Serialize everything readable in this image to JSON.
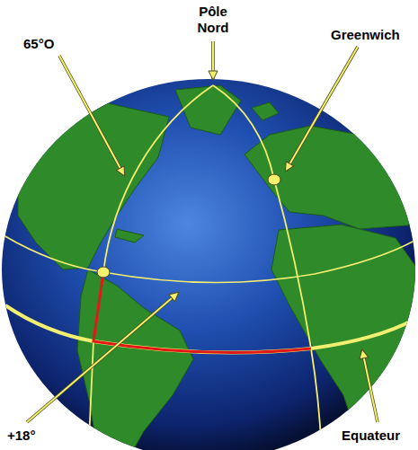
{
  "diagram": {
    "labels": [
      "Pôle Nord",
      "65°O",
      "Greenwich",
      "+18°",
      "Equateur"
    ]
  }
}
